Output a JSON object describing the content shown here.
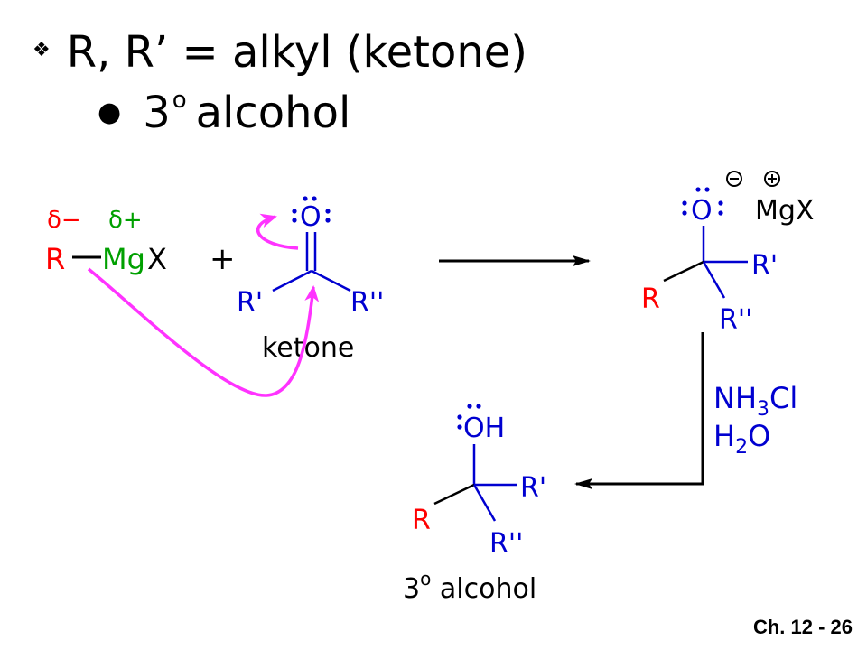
{
  "bullets": {
    "line1": "R, R’ = alkyl (ketone)",
    "line2_num": "3",
    "line2_sup": "o",
    "line2_rest": "alcohol"
  },
  "grignard": {
    "delta_minus": "δ−",
    "delta_plus": "δ+",
    "r": "R",
    "mg": "Mg",
    "x": "X"
  },
  "plus_sign": "+",
  "ketone": {
    "oxygen": "O",
    "r1": "R'",
    "r2": "R''",
    "caption": "ketone"
  },
  "alkoxide": {
    "oxygen": "O",
    "minus": "−",
    "plus": "+",
    "mgx": "MgX",
    "r": "R",
    "r1": "R'",
    "r2": "R''"
  },
  "reagents": {
    "line1_a": "NH",
    "line1_sub": "3",
    "line1_b": "Cl",
    "line2_a": "H",
    "line2_sub": "2",
    "line2_b": "O"
  },
  "alcohol": {
    "oh": "OH",
    "r": "R",
    "r1": "R'",
    "r2": "R''",
    "caption_num": "3",
    "caption_sup": "o",
    "caption_rest": "alcohol"
  },
  "footer": "Ch. 12 - 26",
  "colors": {
    "red": "#ff0000",
    "green": "#00a000",
    "blue": "#0000d0",
    "magenta": "#ff33ff",
    "black": "#000000"
  }
}
